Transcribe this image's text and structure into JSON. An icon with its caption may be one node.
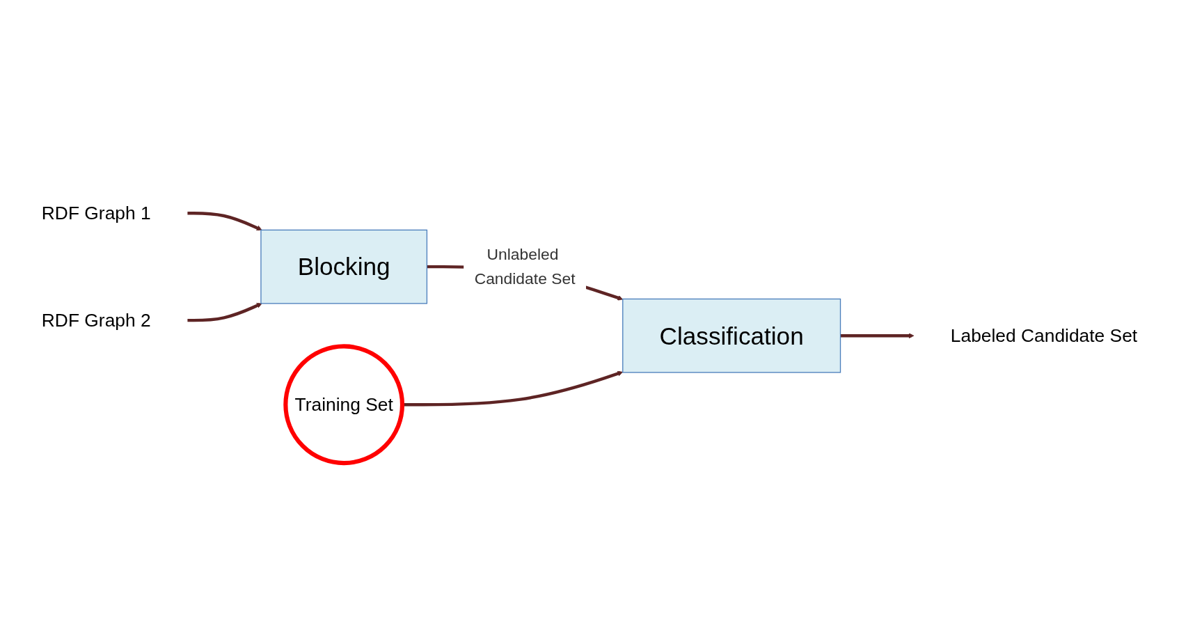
{
  "diagram": {
    "nodes": [
      {
        "text": [
          "Blocking"
        ]
      },
      {
        "text": [
          "Classification"
        ]
      },
      {
        "text": [
          "RDF Graph 1"
        ]
      },
      {
        "text": [
          "RDF Graph 2"
        ]
      },
      {
        "text": [
          "Training Set"
        ]
      },
      {
        "text": [
          "Labeled Candidate Set"
        ]
      }
    ],
    "edges": [
      {
        "from": 2,
        "to": 0,
        "arrow": "to"
      },
      {
        "from": 3,
        "to": 0,
        "arrow": "to"
      },
      {
        "from": 0,
        "to": 1,
        "arrow": "to",
        "label": "Unlabeled Candidate Set"
      },
      {
        "from": 4,
        "to": 1,
        "arrow": "to"
      },
      {
        "from": 1,
        "to": 5,
        "arrow": "to"
      }
    ]
  }
}
